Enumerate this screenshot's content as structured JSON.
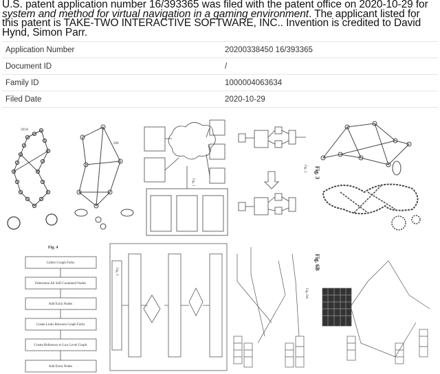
{
  "intro": {
    "prefix": "U.S. patent application number 16/393365 was filed with the patent office on 2020-10-29 for ",
    "title": "system and method for virtual navigation in a gaming environment",
    "suffix": ". The applicant listed for this patent is TAKE-TWO INTERACTIVE SOFTWARE, INC.. Invention is credited to David Hynd, Simon Parr."
  },
  "details": [
    {
      "label": "Application Number",
      "value": "20200338450 16/393365"
    },
    {
      "label": "Document ID",
      "value": "/"
    },
    {
      "label": "Family ID",
      "value": "1000004063634"
    },
    {
      "label": "Filed Date",
      "value": "2020-10-29"
    }
  ],
  "figures": {
    "fig1_label": "Fig. 1",
    "fig2_label": "Fig. 2",
    "fig3_label": "Fig. 3",
    "fig4_label": "Fig. 4",
    "fig5_label": "Fig. 5",
    "fig6a_label": "Fig. 6A",
    "fig6b_label": "Fig. 6B",
    "fig4_steps": [
      "Collect Graph Forks",
      "Determine All Self-Contained Nodes",
      "Add Extra Nodes",
      "Create Links Between Graph Forks",
      "Create Reference to Low Level Graph",
      "Add Extra Nodes"
    ]
  }
}
